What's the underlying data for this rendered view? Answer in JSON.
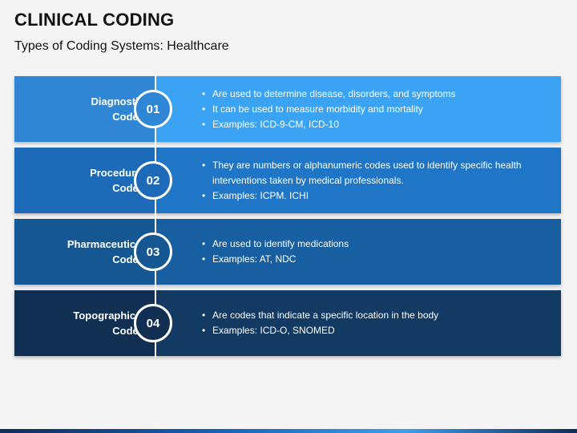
{
  "title": "CLINICAL CODING",
  "subtitle": "Types of Coding Systems: Healthcare",
  "rows": [
    {
      "number": "01",
      "label_line1": "Diagnostic",
      "label_line2": "Codes",
      "bullets": [
        "Are used to determine disease, disorders, and symptoms",
        "It can be used to measure morbidity and mortality",
        "Examples: ICD-9-CM, ICD-10"
      ],
      "color_left": "#2f86d4",
      "color_right": "#3aa3f3"
    },
    {
      "number": "02",
      "label_line1": "Procedural",
      "label_line2": "Codes",
      "bullets": [
        "They are numbers or alphanumeric codes used to identify specific health interventions taken by medical professionals.",
        "Examples: ICPM. ICHI"
      ],
      "color_left": "#1c6ab8",
      "color_right": "#1f76c7"
    },
    {
      "number": "03",
      "label_line1": "Pharmaceutical",
      "label_line2": "Codes",
      "bullets": [
        "Are used to identify medications",
        "Examples: AT, NDC"
      ],
      "color_left": "#155792",
      "color_right": "#175fa0"
    },
    {
      "number": "04",
      "label_line1": "Topographical",
      "label_line2": "Codes",
      "bullets": [
        "Are codes that indicate a specific location in the body",
        "Examples: ICD-O, SNOMED"
      ],
      "color_left": "#102f52",
      "color_right": "#123a63"
    }
  ]
}
